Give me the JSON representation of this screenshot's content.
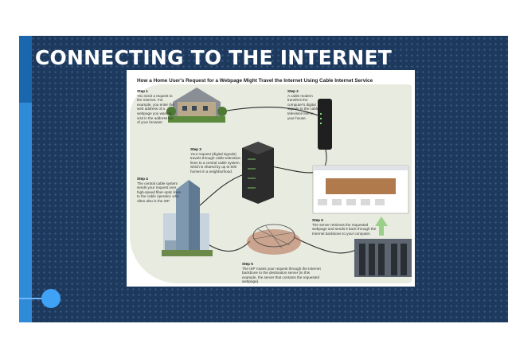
{
  "slide": {
    "title": "CONNECTING TO THE INTERNET",
    "colors": {
      "background": "#1d3a5e",
      "accent_bar": "#2f8ad8",
      "dot": "#3fa2f5"
    }
  },
  "figure": {
    "heading": "How a Home User's Request for a Webpage Might Travel the Internet Using Cable Internet Service",
    "steps": [
      {
        "label": "Step 1",
        "text": "You send a request to the Internet. For example, you enter the web address of a webpage you want to visit in the address bar of your browser."
      },
      {
        "label": "Step 2",
        "text": "A cable modem transfers the computer's digital signals to the cable television line in your house."
      },
      {
        "label": "Step 3",
        "text": "Your request (digital signals) travels through cable television lines to a central cable system, which is shared by up to 500 homes in a neighborhood."
      },
      {
        "label": "Step 4",
        "text": "The central cable system sends your request over high-speed fiber-optic lines to the cable operator, who often also is the ISP."
      },
      {
        "label": "Step 5",
        "text": "The ISP routes your request through the Internet backbone to the destination server (in this example, the server that contains the requested webpage)."
      },
      {
        "label": "Step 6",
        "text": "The server retrieves the requested webpage and sends it back through the Internet backbone to your computer."
      }
    ],
    "images": [
      "house-photo",
      "cable-modem",
      "central-cable-system",
      "office-buildings",
      "internet-backbone-globe",
      "web-server-room",
      "webpage-screenshot"
    ]
  }
}
